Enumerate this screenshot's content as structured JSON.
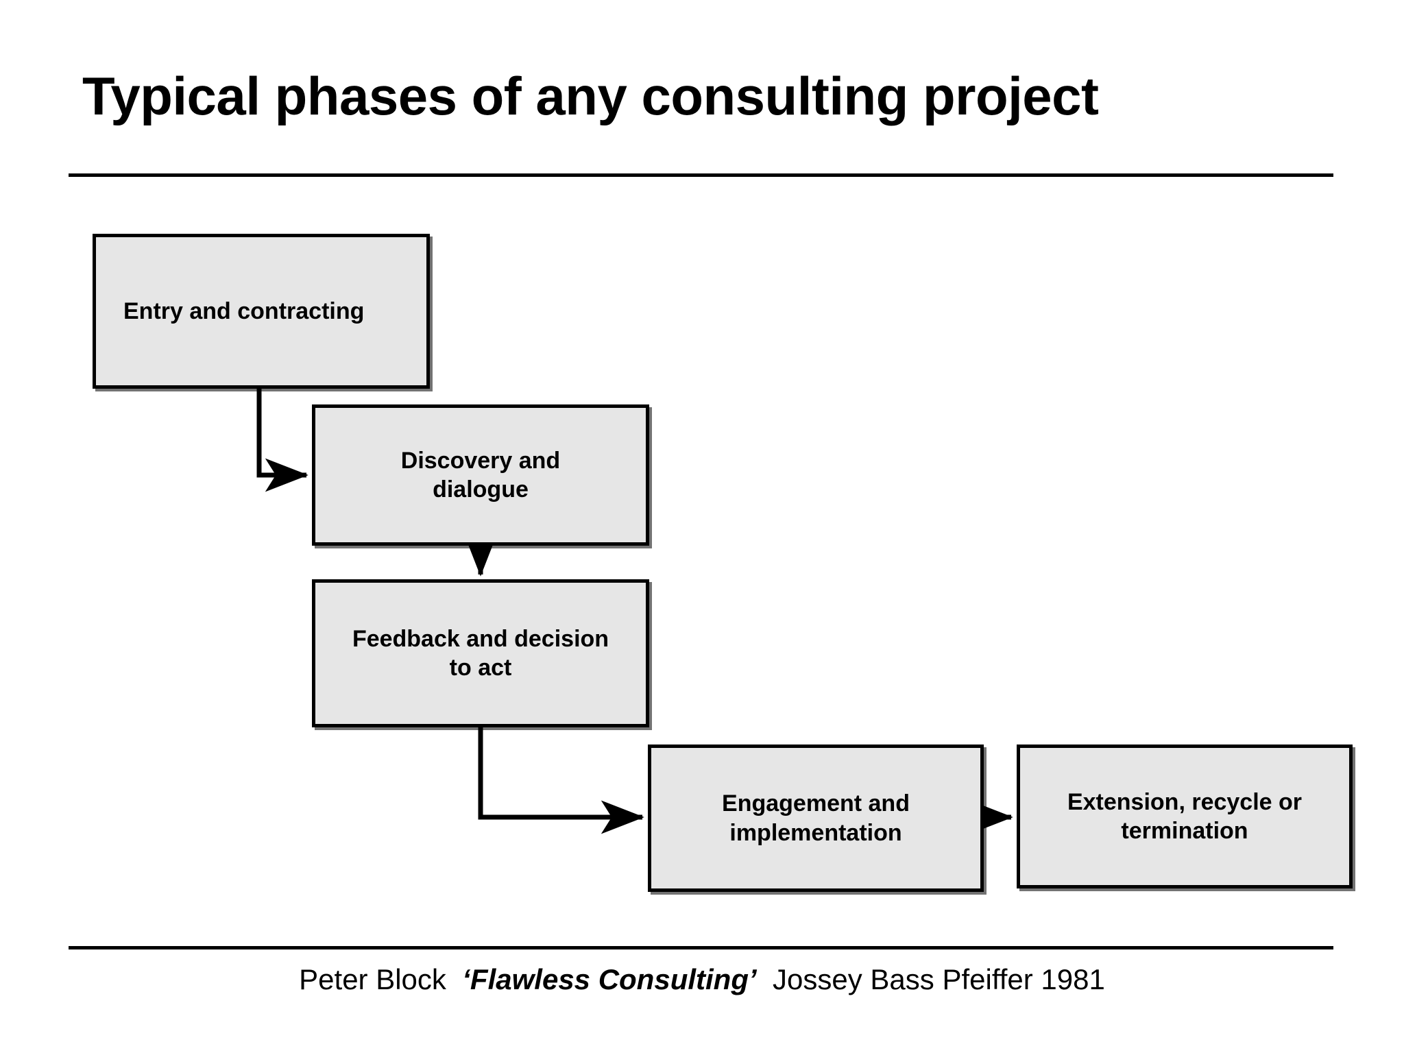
{
  "slide": {
    "title": "Typical phases of any consulting project",
    "background_color": "#ffffff",
    "rule_color": "#000000",
    "box_fill_color": "#e6e6e6",
    "box_border_color": "#000000",
    "text_color": "#000000"
  },
  "diagram": {
    "type": "flowchart",
    "orientation": "descending-staircase",
    "boxes": [
      {
        "id": "entry",
        "label": "Entry and contracting",
        "order": 1
      },
      {
        "id": "discovery",
        "label": "Discovery and\ndialogue",
        "line1": "Discovery and",
        "line2": "dialogue",
        "order": 2
      },
      {
        "id": "feedback",
        "label": "Feedback and decision\nto act",
        "line1": "Feedback and decision",
        "line2": "to act",
        "order": 3
      },
      {
        "id": "engagement",
        "label": "Engagement and\nimplementation",
        "line1": "Engagement and",
        "line2": "implementation",
        "order": 4
      },
      {
        "id": "extension",
        "label": "Extension, recycle or\ntermination",
        "line1": "Extension, recycle or",
        "line2": "termination",
        "order": 5
      }
    ],
    "connectors": [
      {
        "from": "entry",
        "to": "discovery",
        "style": "elbow-down-right"
      },
      {
        "from": "discovery",
        "to": "feedback",
        "style": "straight-down"
      },
      {
        "from": "feedback",
        "to": "engagement",
        "style": "elbow-down-right"
      },
      {
        "from": "engagement",
        "to": "extension",
        "style": "straight-right"
      }
    ]
  },
  "footer": {
    "author": "Peter Block",
    "book_title": "‘Flawless Consulting’",
    "publisher_year": "Jossey Bass Pfeiffer 1981"
  }
}
